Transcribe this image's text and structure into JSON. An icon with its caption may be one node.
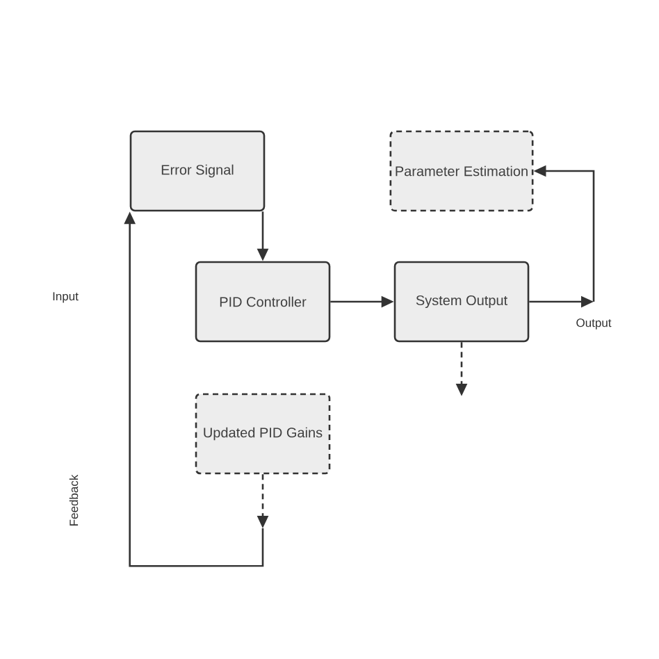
{
  "diagram": {
    "nodes": [
      {
        "text": [
          "Error Signal"
        ]
      },
      {
        "text": [
          "Parameter Estimation"
        ]
      },
      {
        "text": [
          "PID Controller"
        ]
      },
      {
        "text": [
          "System Output"
        ]
      },
      {
        "text": [
          "Updated PID Gains"
        ]
      },
      {
        "text": [
          "Output"
        ]
      }
    ],
    "edges": [
      {
        "from": 0,
        "to": 2,
        "arrow": "to"
      },
      {
        "from": 2,
        "to": 3,
        "arrow": "to"
      },
      {
        "from": 3,
        "to": 5,
        "arrow": "to"
      },
      {
        "from": 5,
        "to": 1,
        "arrow": "to"
      },
      {
        "from": 3,
        "to": null,
        "arrow": "to",
        "style": "dashed"
      },
      {
        "from": 4,
        "to": null,
        "arrow": "to",
        "style": "dashed"
      },
      {
        "from": null,
        "to": 0,
        "arrow": "to"
      }
    ],
    "labels": [
      "Input",
      "Feedback"
    ]
  }
}
